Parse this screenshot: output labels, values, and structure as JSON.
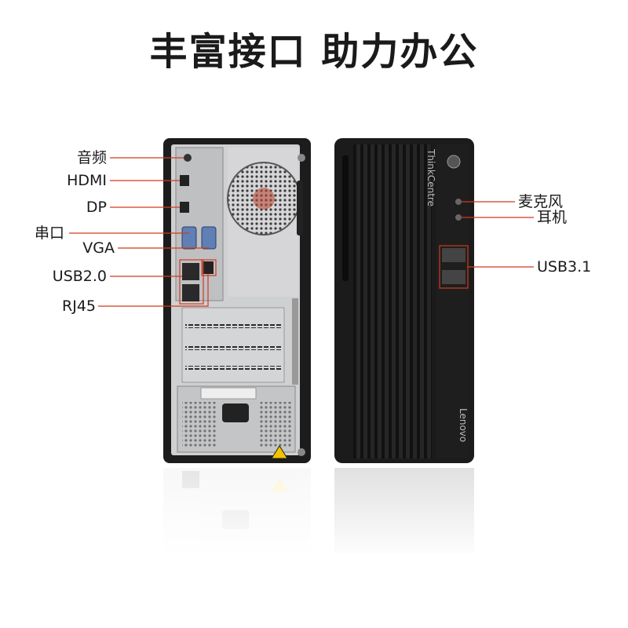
{
  "title": "丰富接口 助力办公",
  "brand_vertical": "ThinkCentre",
  "brand_side": "Lenovo",
  "labels_left": {
    "audio": "音频",
    "hdmi": "HDMI",
    "dp": "DP",
    "serial": "串口",
    "vga": "VGA",
    "usb20": "USB2.0",
    "rj45": "RJ45"
  },
  "labels_right": {
    "mic": "麦克风",
    "headphone": "耳机",
    "usb31": "USB3.1"
  },
  "colors": {
    "callout": "#d2391f",
    "chassis": "#1c1c1c",
    "panel": "#cfd0d2",
    "title": "#1a1a1a"
  }
}
